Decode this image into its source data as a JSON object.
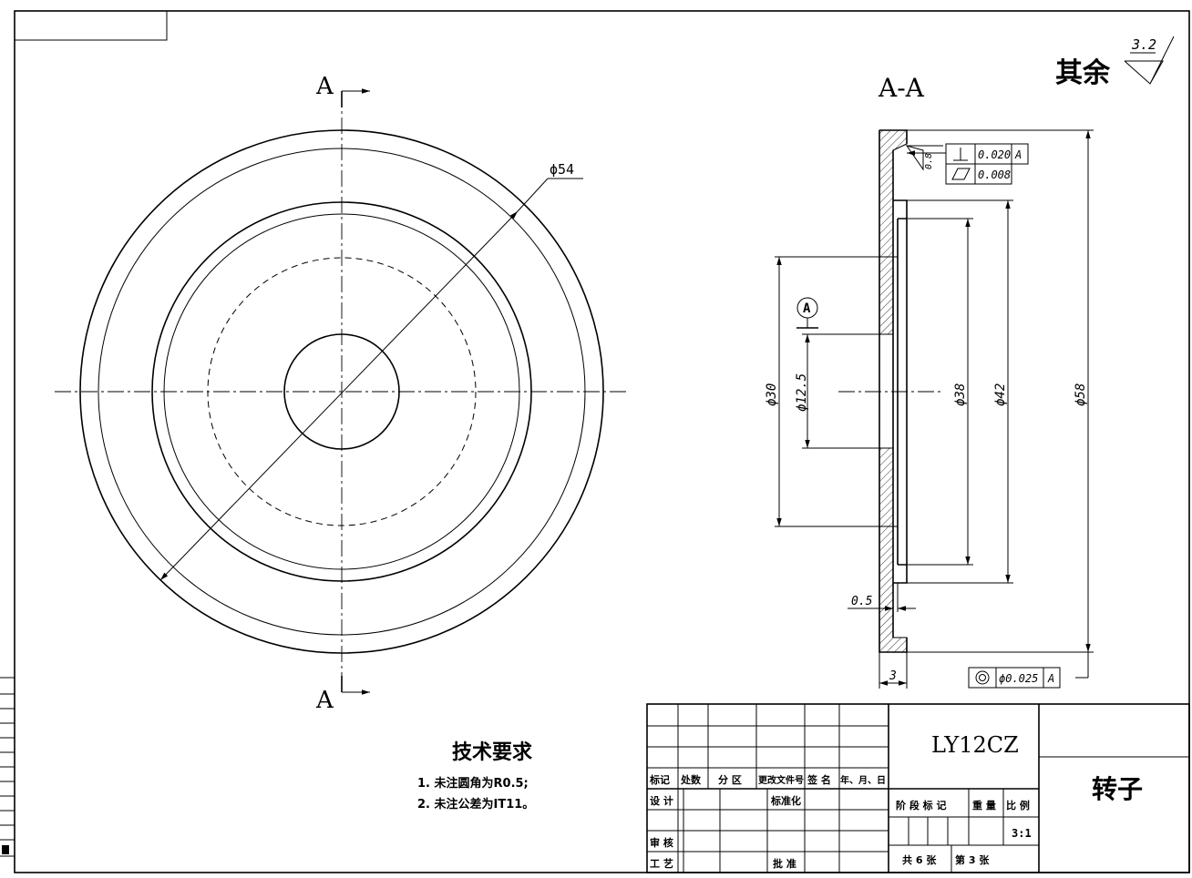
{
  "corner_box_label": "",
  "surface_finish": {
    "prefix": "其余",
    "value": "3.2"
  },
  "section": {
    "title": "A-A",
    "cut_label": "A",
    "datum_label": "A",
    "roughness_face": "0.8",
    "dims": {
      "d30": "ϕ30",
      "d12_5": "ϕ12.5",
      "d38": "ϕ38",
      "d42": "ϕ42",
      "d58": "ϕ58",
      "thk05": "0.5",
      "width3": "3"
    },
    "tolerances": {
      "perpendicularity": {
        "value": "0.020",
        "datum": "A"
      },
      "flatness": {
        "value": "0.008"
      },
      "concentricity": {
        "value": "ϕ0.025",
        "datum": "A"
      }
    }
  },
  "front_view": {
    "diameter_label": "ϕ54"
  },
  "tech_requirements": {
    "title": "技术要求",
    "items": [
      "1.  未注圆角为R0.5;",
      "2.  未注公差为IT11。"
    ]
  },
  "title_block": {
    "material": "LY12CZ",
    "part_name": "转子",
    "labels": {
      "mark": "标记",
      "count": "处数",
      "zone": "分 区",
      "change_doc": "更改文件号",
      "signature": "签 名",
      "date": "年、月、日",
      "design": "设 计",
      "standardize": "标准化",
      "review": "审 核",
      "process": "工 艺",
      "approve": "批 准",
      "stage_mark": "阶 段 标 记",
      "weight": "重 量",
      "scale": "比 例"
    },
    "scale_value": "3:1",
    "sheets_total": "共 6 张",
    "sheet_number": "第 3 张"
  }
}
